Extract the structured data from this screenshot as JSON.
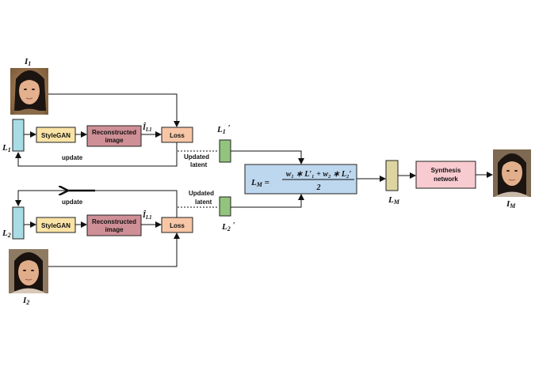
{
  "inputs": {
    "image1_label": "I",
    "image1_sub": "1",
    "image2_label": "I",
    "image2_sub": "2",
    "output_label": "I",
    "output_sub": "M"
  },
  "branch1": {
    "latent_label": "L",
    "latent_sub": "1",
    "stylegan": "StyleGAN",
    "recon_line1": "Reconstructed",
    "recon_line2": "image",
    "recon_hat_label": "Î",
    "recon_hat_sub": "L1",
    "loss": "Loss",
    "update": "update",
    "updated_line1": "Updated",
    "updated_line2": "latent",
    "updated_latent_label": "L",
    "updated_latent_sub": "1",
    "updated_latent_prime": "′"
  },
  "branch2": {
    "latent_label": "L",
    "latent_sub": "2",
    "stylegan": "StyleGAN",
    "recon_line1": "Reconstructed",
    "recon_line2": "image",
    "recon_hat_label": "Î",
    "recon_hat_sub": "L1",
    "loss": "Loss",
    "update": "update",
    "updated_line1": "Updated",
    "updated_line2": "latent",
    "updated_latent_label": "L",
    "updated_latent_sub": "2",
    "updated_latent_prime": "′"
  },
  "merge": {
    "lhs": "L",
    "lhs_sub": "M",
    "equals": " =",
    "numerator": "w₁ ∗ L′₁ + w₂ ∗ L₂′",
    "denominator": "2",
    "merged_label": "L",
    "merged_sub": "M"
  },
  "synthesis": {
    "line1": "Synthesis",
    "line2": "network"
  },
  "colors": {
    "latent": "#a9dde6",
    "stylegan": "#fbe3a6",
    "recon": "#cf8f96",
    "loss": "#f7c6a6",
    "updated": "#93c47d",
    "merge": "#bdd7ee",
    "merged_latent": "#ddd5a0",
    "synthesis": "#f8cbd0"
  }
}
